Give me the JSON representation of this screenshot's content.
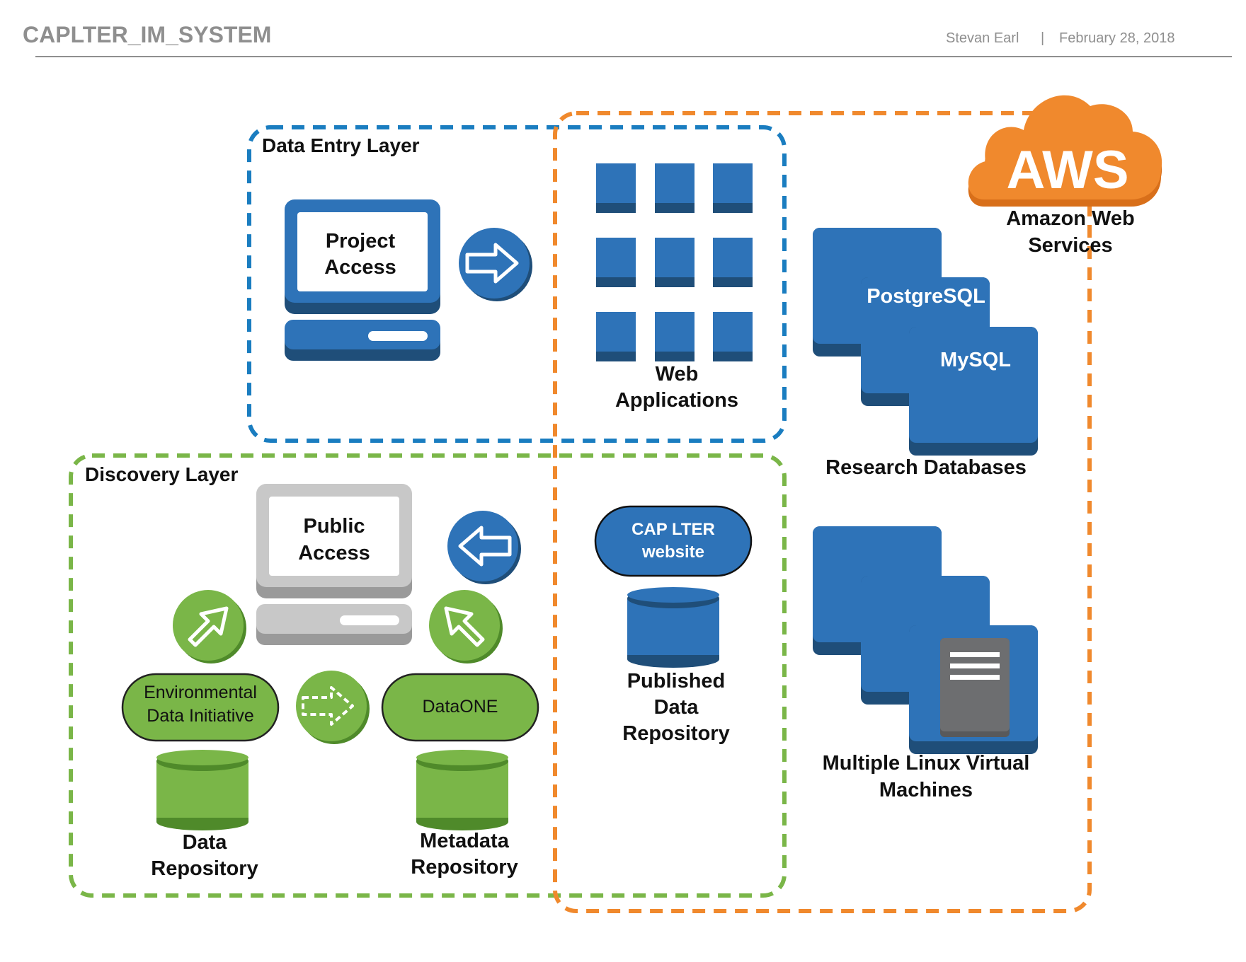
{
  "header": {
    "title": "CAPLTER_IM_SYSTEM",
    "author": "Stevan Earl",
    "separator": "|",
    "date": "February 28, 2018"
  },
  "layers": {
    "data_entry": "Data Entry Layer",
    "discovery": "Discovery Layer"
  },
  "nodes": {
    "project_access": {
      "line1": "Project",
      "line2": "Access"
    },
    "public_access": {
      "line1": "Public",
      "line2": "Access"
    },
    "web_apps": {
      "line1": "Web",
      "line2": "Applications"
    },
    "edi": {
      "line1": "Environmental",
      "line2": "Data Initiative"
    },
    "dataone": "DataONE",
    "cap_website": {
      "line1": "CAP LTER",
      "line2": "website"
    },
    "data_repo": {
      "line1": "Data",
      "line2": "Repository"
    },
    "metadata_repo": {
      "line1": "Metadata",
      "line2": "Repository"
    },
    "published_repo": {
      "line1": "Published",
      "line2": "Data",
      "line3": "Repository"
    },
    "postgresql": "PostgreSQL",
    "mysql": "MySQL",
    "research_db": "Research Databases",
    "linux_vms": {
      "line1": "Multiple Linux Virtual",
      "line2": "Machines"
    },
    "aws_logo": "AWS",
    "aws": {
      "line1": "Amazon Web",
      "line2": "Services"
    }
  },
  "icons": [
    "desktop-computer-icon",
    "arrow-right-circle-icon",
    "arrow-left-circle-icon",
    "arrow-up-right-circle-icon",
    "arrow-up-left-circle-icon",
    "dashed-arrow-right-circle-icon",
    "database-cylinder-icon",
    "server-stack-icon",
    "aws-cloud-icon"
  ],
  "colors": {
    "aws_blue": "#2e73b8",
    "aws_blue_dark": "#1f4e79",
    "green": "#7ab648",
    "green_dark": "#4f8a2a",
    "orange": "#f0892d",
    "gray": "#c8c8c8",
    "gray_dark": "#9a9a9a",
    "server_gray": "#6d6e70"
  }
}
